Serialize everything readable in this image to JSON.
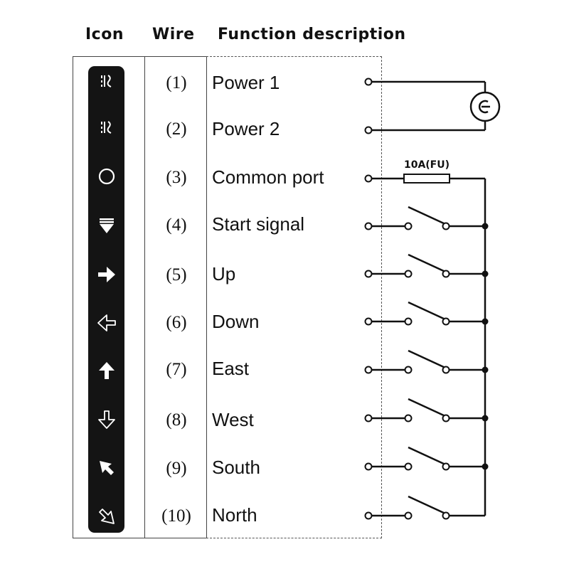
{
  "headers": {
    "icon": "Icon",
    "wire": "Wire",
    "function": "Function description"
  },
  "rows": [
    {
      "icon": "power-icon",
      "wire": "(1)",
      "function": "Power 1"
    },
    {
      "icon": "power-icon",
      "wire": "(2)",
      "function": "Power 2"
    },
    {
      "icon": "circle-icon",
      "wire": "(3)",
      "function": "Common port"
    },
    {
      "icon": "start-icon",
      "wire": "(4)",
      "function": "Start signal"
    },
    {
      "icon": "arrow-right-icon",
      "wire": "(5)",
      "function": "Up"
    },
    {
      "icon": "arrow-left-outline-icon",
      "wire": "(6)",
      "function": "Down"
    },
    {
      "icon": "arrow-up-icon",
      "wire": "(7)",
      "function": "East"
    },
    {
      "icon": "arrow-down-outline-icon",
      "wire": "(8)",
      "function": "West"
    },
    {
      "icon": "arrow-up-left-icon",
      "wire": "(9)",
      "function": "South"
    },
    {
      "icon": "arrow-down-right-outline-icon",
      "wire": "(10)",
      "function": "North"
    }
  ],
  "fuse_label": "10A(FU)",
  "colors": {
    "ink": "#111111",
    "panel": "#141414",
    "icon": "#ffffff"
  }
}
